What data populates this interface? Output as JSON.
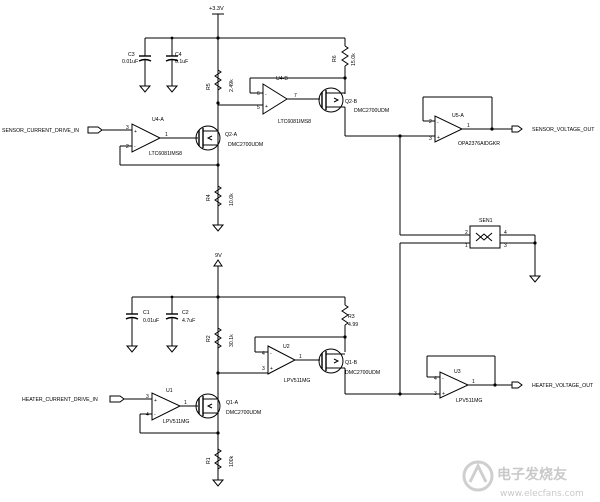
{
  "rails": {
    "top_supply": "+3.3V",
    "heater_supply": "9V"
  },
  "nets": {
    "sensor_in": "SENSOR_CURRENT_DRIVE_IN",
    "sensor_out": "SENSOR_VOLTAGE_OUT",
    "heater_in": "HEATER_CURRENT_DRIVE_IN",
    "heater_out": "HEATER_VOLTAGE_OUT"
  },
  "capacitors": {
    "c3": {
      "ref": "C3",
      "value": "0.01uF"
    },
    "c4": {
      "ref": "C4",
      "value": "0.1uF"
    },
    "c1": {
      "ref": "C1",
      "value": "0.01uF"
    },
    "c2": {
      "ref": "C2",
      "value": "4.7uF"
    }
  },
  "resistors": {
    "r5": {
      "ref": "R5",
      "value": "2.49k"
    },
    "r6": {
      "ref": "R6",
      "value": "15.0k"
    },
    "r4": {
      "ref": "R4",
      "value": "10.0k"
    },
    "r2": {
      "ref": "R2",
      "value": "30.1k"
    },
    "r3": {
      "ref": "R3",
      "value": "4.99"
    },
    "r1": {
      "ref": "R1",
      "value": "100k"
    }
  },
  "opamps": {
    "u4a": {
      "ref": "U4-A",
      "part": "LTC6081IMS8"
    },
    "u4b": {
      "ref": "U4-B",
      "part": "LTC6081IMS8"
    },
    "u5a": {
      "ref": "U5-A",
      "part": "OPA2376AIDGKR"
    },
    "u1": {
      "ref": "U1",
      "part": "LPV511MG"
    },
    "u2": {
      "ref": "U2",
      "part": "LPV511MG"
    },
    "u3": {
      "ref": "U3",
      "part": "LPV511MG"
    }
  },
  "transistors": {
    "q2a": {
      "ref": "Q2-A",
      "part": "DMC2700UDM"
    },
    "q2b": {
      "ref": "Q2-B",
      "part": "DMC2700UDM"
    },
    "q1a": {
      "ref": "Q1-A",
      "part": "DMC2700UDM"
    },
    "q1b": {
      "ref": "Q1-B",
      "part": "DMC2700UDM"
    }
  },
  "sensor_block": {
    "ref": "SEN1",
    "pins": [
      "2",
      "4",
      "1",
      "3"
    ]
  },
  "pin_labels": {
    "minus": "-",
    "plus": "+",
    "n1": "1",
    "n2": "2",
    "n3": "3",
    "n4": "4",
    "n5": "5",
    "n6": "6",
    "n7": "7"
  },
  "watermark": {
    "title": "电子发烧友",
    "url": "www.elecfans.com"
  }
}
